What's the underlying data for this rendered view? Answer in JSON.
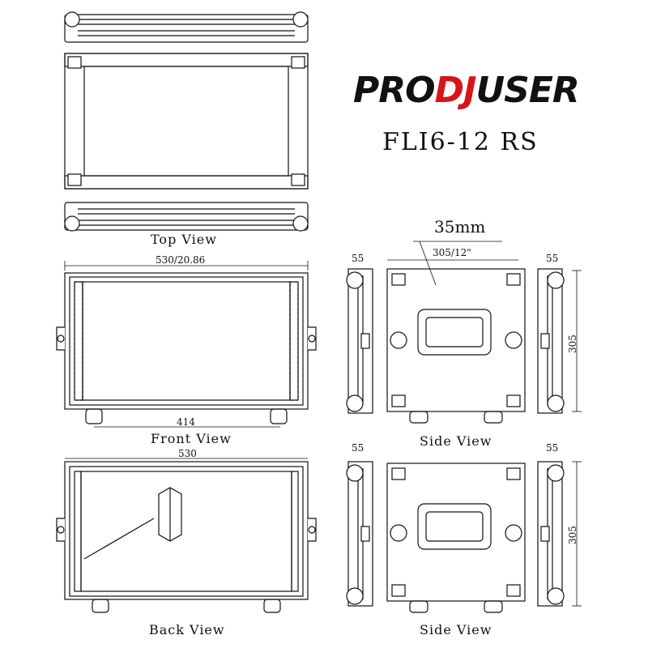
{
  "brand": {
    "part1": "PRO",
    "part2": "DJ",
    "part3": "USER",
    "accent_color": "#d7141a",
    "ink_color": "#111111"
  },
  "model": "FLI6-12 RS",
  "views": {
    "top": "Top View",
    "front": "Front View",
    "back": "Back View",
    "side_upper": "Side View",
    "side_lower": "Side View"
  },
  "dimensions": {
    "front_width": "530/20.86",
    "front_inner": "414",
    "back_width": "530",
    "side_depth": "35mm",
    "side_width": "305/12\"",
    "side_height_upper": "305",
    "side_height_lower": "305",
    "profile_upper_left": "55",
    "profile_upper_right": "55",
    "profile_lower_left": "55",
    "profile_lower_right": "55"
  }
}
